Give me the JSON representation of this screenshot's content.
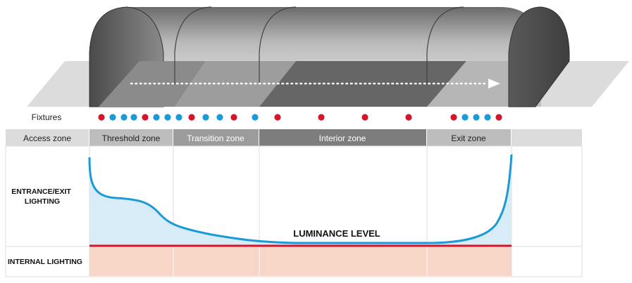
{
  "fixtures_label": "Fixtures",
  "zones": [
    {
      "label": "Access zone"
    },
    {
      "label": "Threshold zone"
    },
    {
      "label": "Transition zone"
    },
    {
      "label": "Interior zone"
    },
    {
      "label": "Exit zone"
    }
  ],
  "rows": {
    "entrance_exit": "ENTRANCE/EXIT\nLIGHTING",
    "internal": "INTERNAL LIGHTING"
  },
  "luminance_label": "LUMINANCE LEVEL",
  "fixtures": [
    "red",
    "blue",
    "blue",
    "blue",
    "red",
    "blue",
    "blue",
    "blue",
    "red",
    "blue",
    "blue",
    "red",
    "blue",
    "red",
    "red",
    "red",
    "red",
    "red",
    "blue",
    "blue",
    "blue",
    "red"
  ],
  "colors": {
    "fixture_red": "#d6142b",
    "fixture_blue": "#1a9ad6",
    "curve": "#1a9ad6",
    "curve_fill": "#d8ecf8",
    "internal_line": "#d6142b",
    "internal_fill": "#f7d5c7",
    "header_light": "#bdbdbd",
    "header_mid": "#9c9c9c",
    "header_dark": "#7d7d7d",
    "header_access": "#dcdcdc"
  }
}
